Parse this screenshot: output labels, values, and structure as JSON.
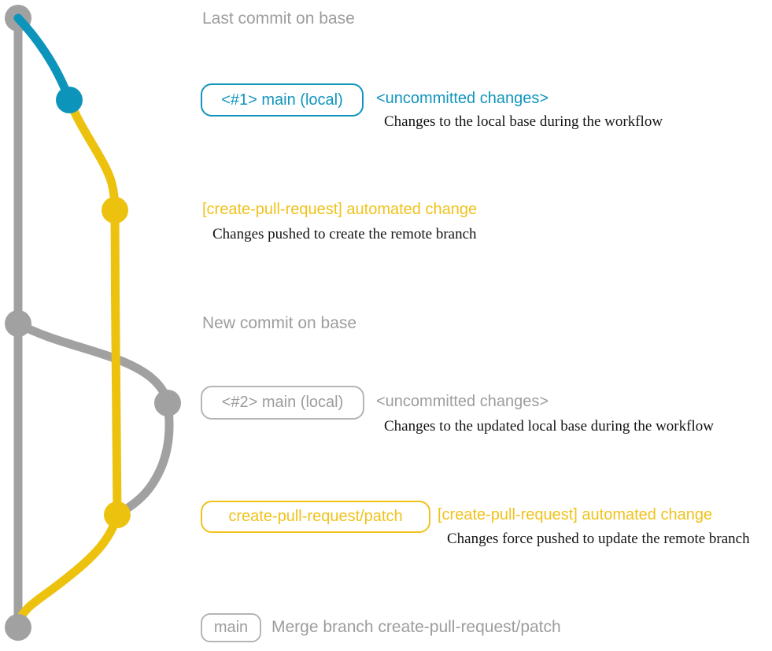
{
  "colors": {
    "graph_gray": "#a1a1a1",
    "graph_blue": "#0d94bb",
    "graph_yellow": "#edc20f",
    "text_gray": "#9d9d9d",
    "text_blue": "#1095bd",
    "text_yellow": "#f0c21c",
    "caption_black": "#141414"
  },
  "rows": {
    "last_commit": {
      "label": "Last commit on base"
    },
    "local_main_1": {
      "badge": "<#1> main (local)",
      "title": "<uncommitted changes>",
      "caption": "Changes to the local base during the workflow"
    },
    "pr_commit_1": {
      "title": "[create-pull-request] automated change",
      "caption": "Changes pushed to create the remote branch"
    },
    "new_commit": {
      "label": "New commit on base"
    },
    "local_main_2": {
      "badge": "<#2> main (local)",
      "title": "<uncommitted changes>",
      "caption": "Changes to the updated local base during the workflow"
    },
    "pr_commit_2": {
      "badge": "create-pull-request/patch",
      "title": "[create-pull-request] automated change",
      "caption": "Changes force pushed to update the remote branch"
    },
    "merge_commit": {
      "badge": "main",
      "label": "Merge branch create-pull-request/patch"
    }
  }
}
